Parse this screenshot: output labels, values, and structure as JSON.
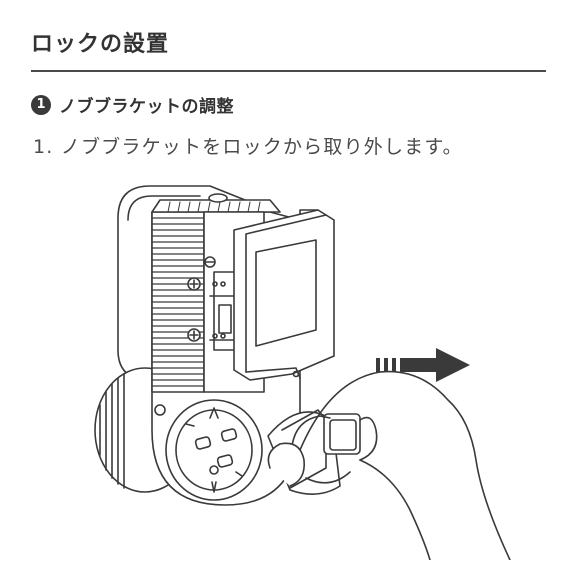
{
  "page": {
    "title": "ロックの設置"
  },
  "section": {
    "step_number": "1",
    "title": "ノブブラケットの調整"
  },
  "instruction": {
    "text": "1. ノブブラケットをロックから取り外します。"
  },
  "illustration": {
    "stroke_color": "#3a3a3a",
    "arrow_color": "#3a3a3a"
  }
}
